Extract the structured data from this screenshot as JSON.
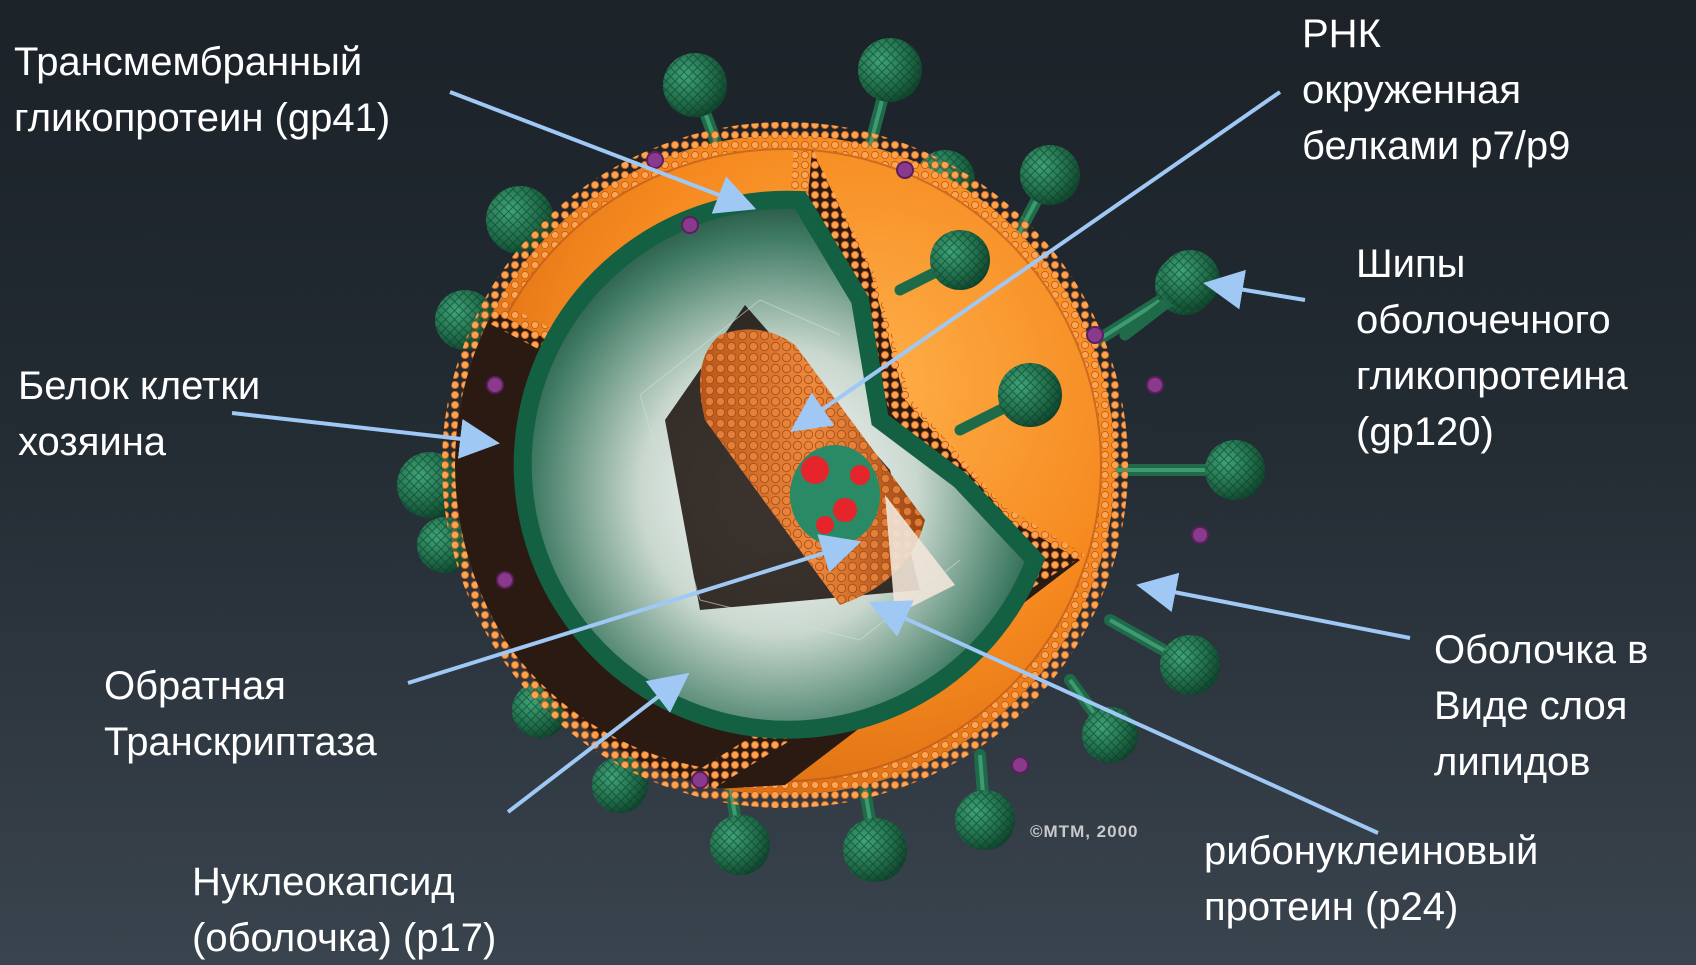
{
  "colors": {
    "background_top": "#1b2228",
    "background_bottom": "#3a444e",
    "text": "#ffffff",
    "arrow": "#9fc8f5",
    "envelope_orange": "#f5891f",
    "lipid_bead": "#ffa552",
    "capsid_green": "#1c6b4e",
    "spike_green": "#1f6b49",
    "host_protein_purple": "#8a3a8c",
    "rna_red": "#e5242c"
  },
  "labels": {
    "gp41": [
      "Трансмембранный",
      "гликопротеин (gp41)"
    ],
    "rna": [
      "РНК",
      "окруженная",
      "белками p7/p9"
    ],
    "gp120": [
      "Шипы",
      "оболочечного",
      "гликопротеина",
      "(gp120)"
    ],
    "host_protein": [
      "Белок клетки",
      "хозяина"
    ],
    "lipid": [
      "Оболочка в",
      "Виде слоя",
      "липидов"
    ],
    "reverse_transcriptase": [
      "Обратная",
      "Транскриптаза"
    ],
    "p24": [
      "рибонуклеиновый",
      "протеин (p24)"
    ],
    "p17": [
      "Нуклеокапсид",
      "(оболочка) (p17)"
    ]
  },
  "copyright": "©MTM, 2000"
}
